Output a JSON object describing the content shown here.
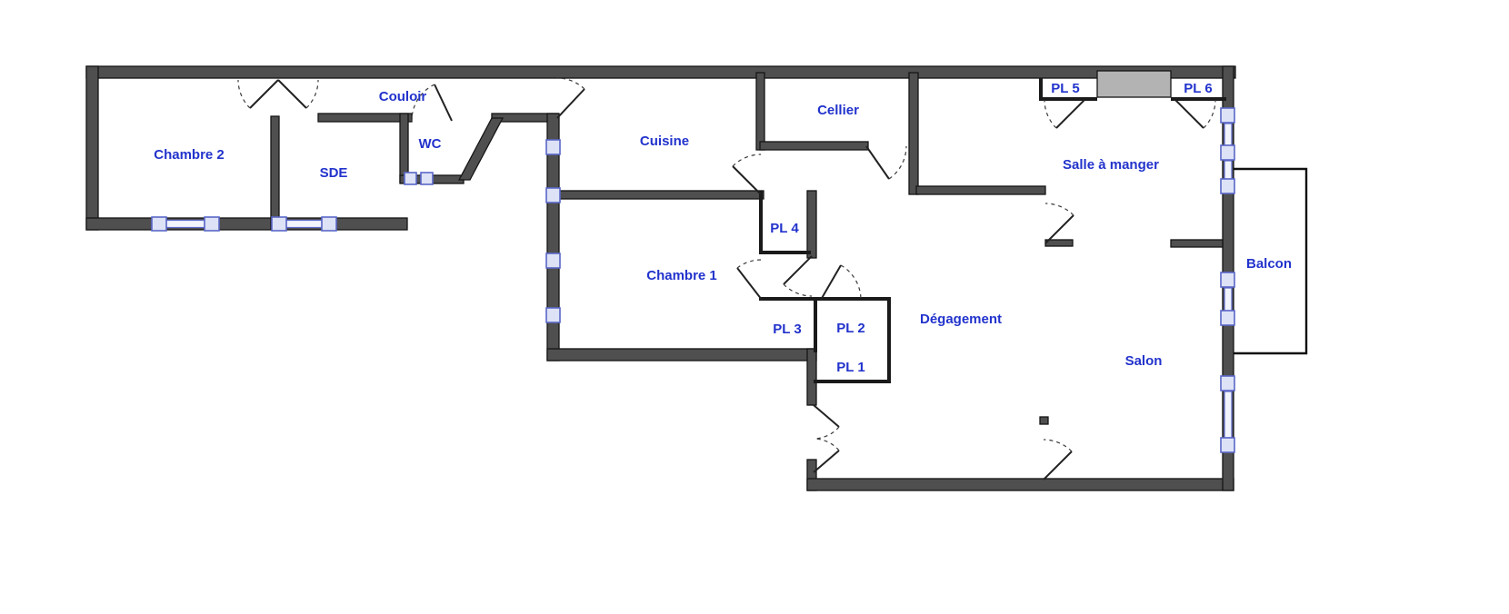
{
  "floorplan": {
    "colors": {
      "wall": "#4f4f4f",
      "label": "#2233cc",
      "window_fill": "#dde2f6",
      "window_border": "#5a67c8",
      "duct": "#b3b3b3",
      "background": "#ffffff"
    },
    "rooms": {
      "chambre2": {
        "label": "Chambre 2"
      },
      "sde": {
        "label": "SDE"
      },
      "couloir": {
        "label": "Couloir"
      },
      "wc": {
        "label": "WC"
      },
      "cuisine": {
        "label": "Cuisine"
      },
      "cellier": {
        "label": "Cellier"
      },
      "pl5": {
        "label": "PL 5"
      },
      "pl6": {
        "label": "PL 6"
      },
      "salle_a_manger": {
        "label": "Salle à manger"
      },
      "chambre1": {
        "label": "Chambre 1"
      },
      "pl4": {
        "label": "PL 4"
      },
      "pl3": {
        "label": "PL 3"
      },
      "pl2": {
        "label": "PL 2"
      },
      "pl1": {
        "label": "PL 1"
      },
      "degagement": {
        "label": "Dégagement"
      },
      "salon": {
        "label": "Salon"
      },
      "balcon": {
        "label": "Balcon"
      }
    }
  }
}
